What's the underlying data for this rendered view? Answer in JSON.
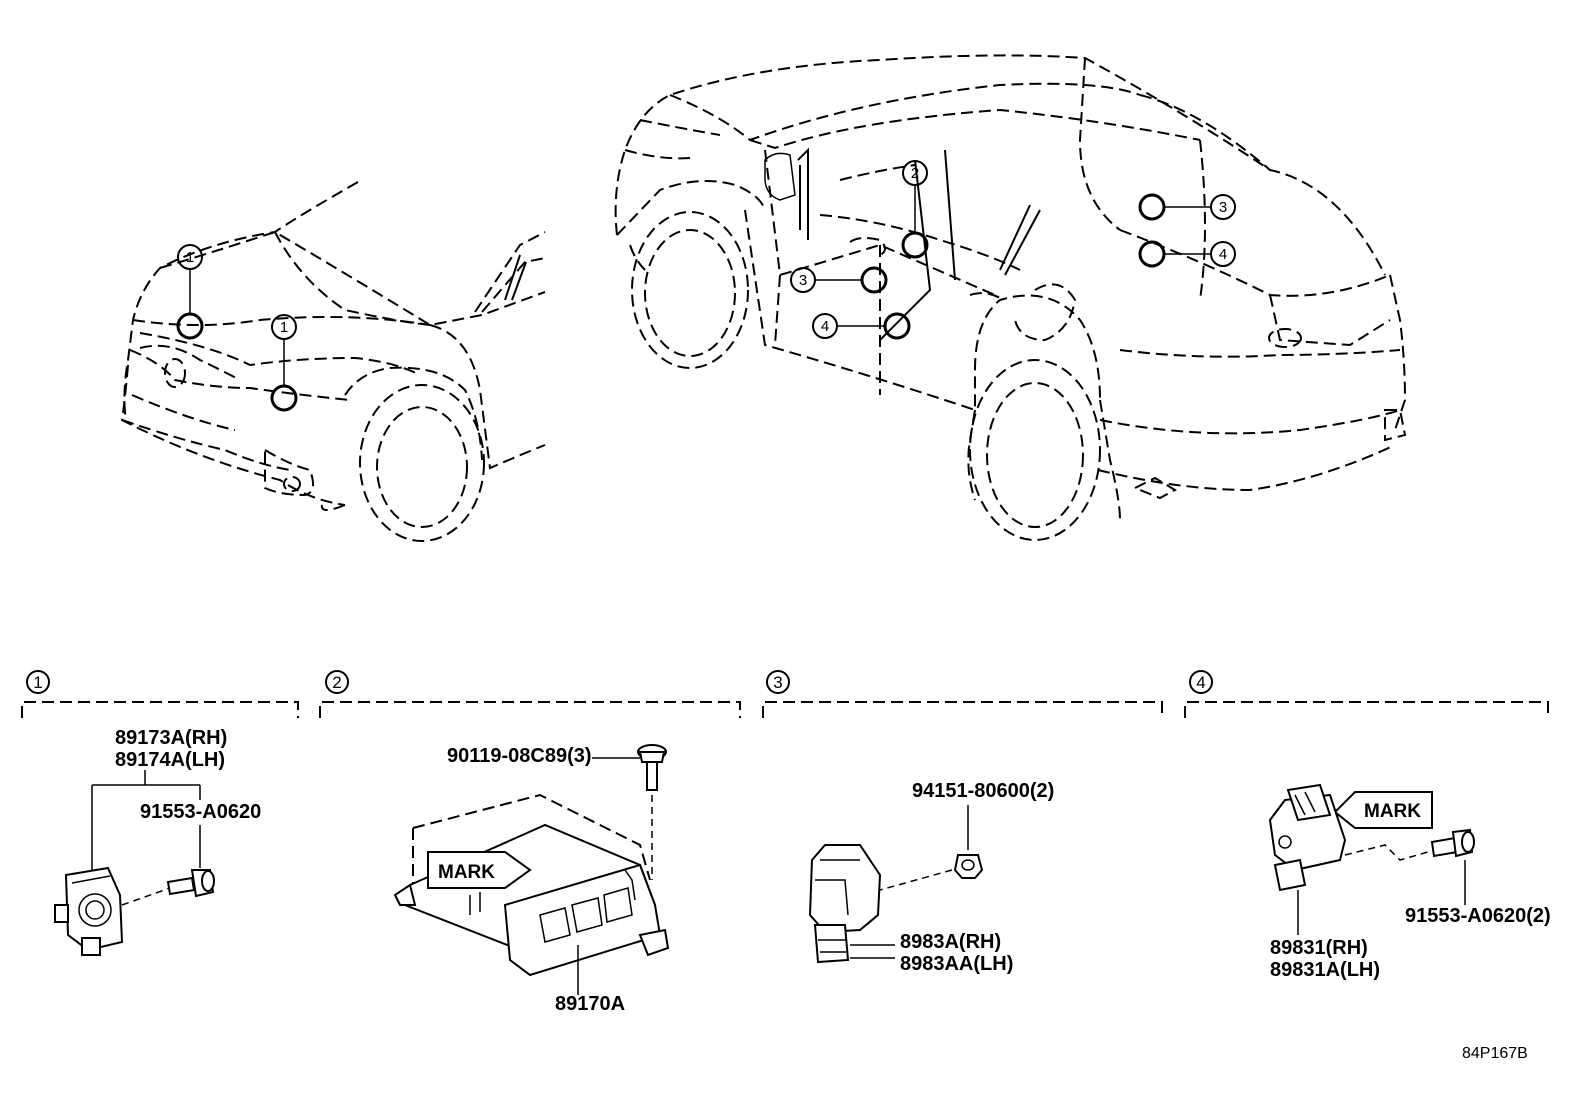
{
  "callout_numbers": {
    "c1": "1",
    "c2": "2",
    "c3": "3",
    "c4": "4"
  },
  "sections": [
    {
      "number": "1",
      "labels": {
        "part_rh": "89173A(RH)",
        "part_lh": "89174A(LH)",
        "bolt": "91553-A0620"
      }
    },
    {
      "number": "2",
      "labels": {
        "bolt": "90119-08C89(3)",
        "mark": "MARK",
        "part": "89170A"
      }
    },
    {
      "number": "3",
      "labels": {
        "nut": "94151-80600(2)",
        "part_rh": "8983A(RH)",
        "part_lh": "8983AA(LH)"
      }
    },
    {
      "number": "4",
      "labels": {
        "mark": "MARK",
        "bolt": "91553-A0620(2)",
        "part_rh": "89831(RH)",
        "part_lh": "89831A(LH)"
      }
    }
  ],
  "illustration_code": "84P167B"
}
